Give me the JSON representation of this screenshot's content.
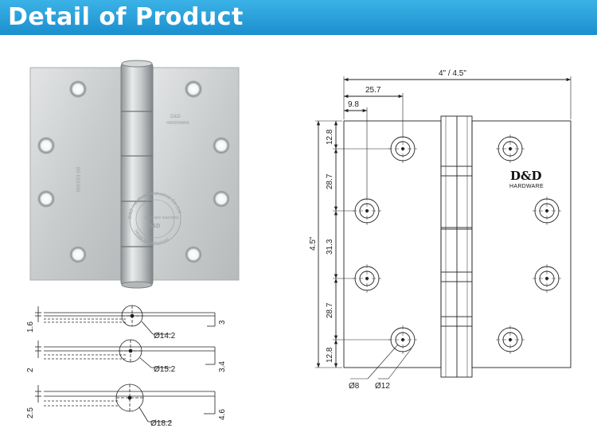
{
  "header": {
    "title": "Detail of Product"
  },
  "photo": {
    "brand_mark": "D&D",
    "brand_sub": "HARDWARE",
    "ring_text": "D&D Hardware Industrial Co.,Ltd",
    "ring_text_bottom": "Hinge Manufacturer",
    "warranty": "12 years warranty",
    "plate_text": "BS EN1935"
  },
  "front_drawing": {
    "width_label": "4\" / 4.5\"",
    "height_label": "4.5\"",
    "dim_25_7": "25.7",
    "dim_9_8": "9.8",
    "dim_12_8_top": "12.8",
    "dim_28_7_top": "28.7",
    "dim_31_3": "31.3",
    "dim_28_7_bottom": "28.7",
    "dim_12_8_bottom": "12.8",
    "hole_inner": "Ø8",
    "hole_outer": "Ø12",
    "brand_logo": "D&D",
    "brand_sub": "HARDWARE"
  },
  "side_drawings": [
    {
      "thickness": "1.6",
      "knuckle": "Ø14.2",
      "gap": "3"
    },
    {
      "thickness": "2",
      "knuckle": "Ø15.2",
      "gap": "3.4"
    },
    {
      "thickness": "2.5",
      "knuckle": "Ø18.2",
      "gap": "4.6"
    }
  ]
}
